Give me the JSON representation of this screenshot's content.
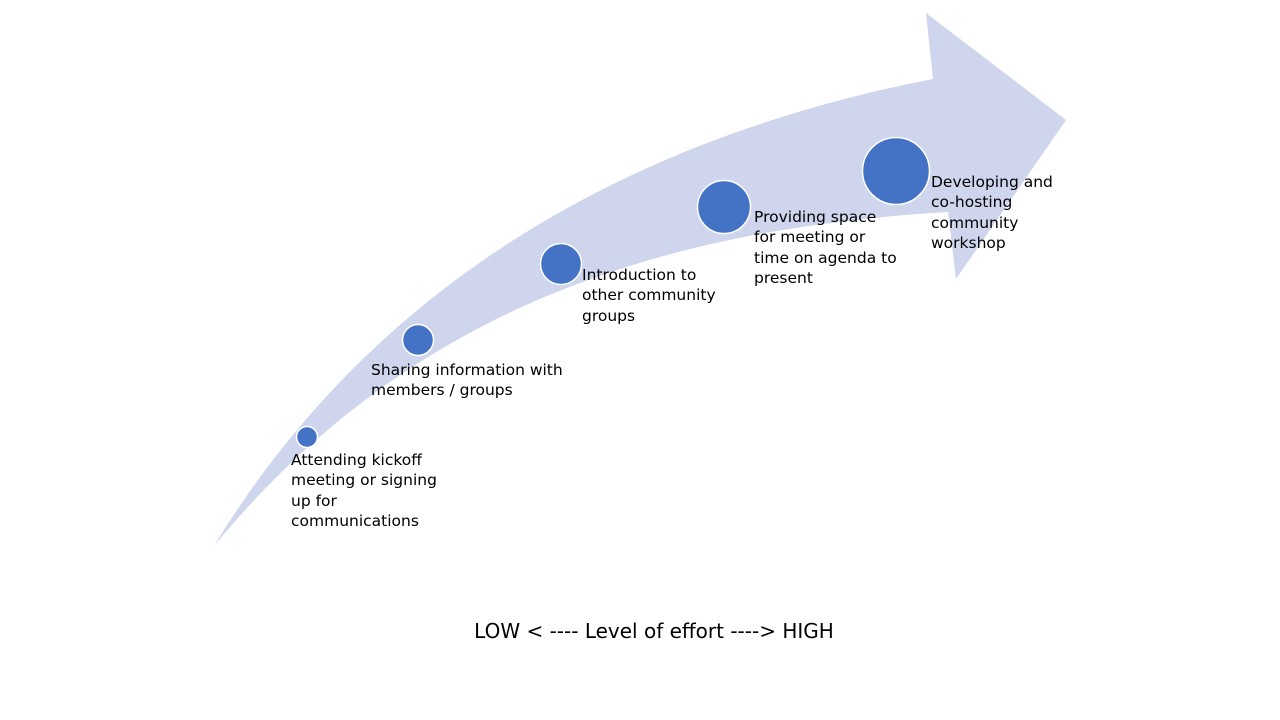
{
  "colors": {
    "arrow_fill": "#cfd5ec",
    "dot_fill": "#4472c4",
    "dot_stroke": "#ffffff",
    "text": "#000000",
    "background": "#ffffff"
  },
  "diagram": {
    "steps": [
      {
        "label": "Attending kickoff\nmeeting or signing\nup for\ncommunications",
        "level": 1
      },
      {
        "label": "Sharing information with\nmembers / groups",
        "level": 2
      },
      {
        "label": "Introduction to\nother community\ngroups",
        "level": 3
      },
      {
        "label": "Providing space\nfor meeting or\ntime on agenda to\npresent",
        "level": 4
      },
      {
        "label": "Developing and\nco-hosting\ncommunity\nworkshop",
        "level": 5
      }
    ],
    "effort_label": "LOW < ---- Level of effort ----> HIGH"
  }
}
